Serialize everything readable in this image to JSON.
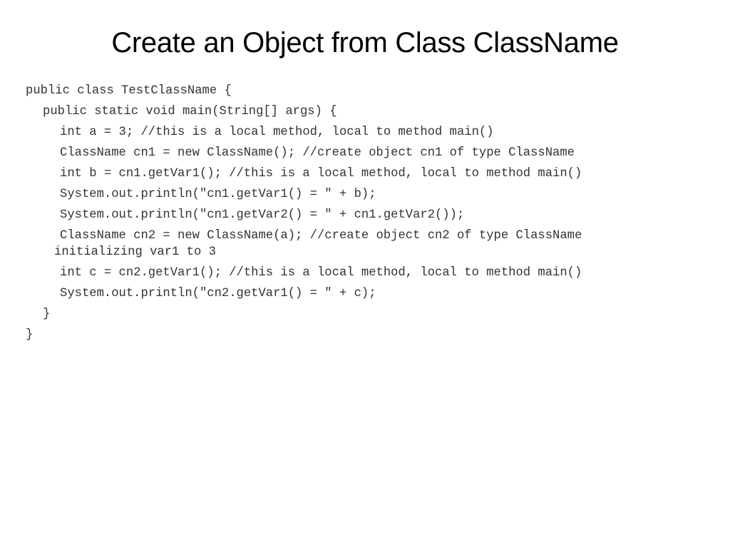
{
  "slide": {
    "title": "Create an Object from Class ClassName",
    "code": {
      "line1": "public class TestClassName {",
      "line2": "public static void main(String[] args) {",
      "line3": "int a = 3; //this is a local method, local to method main()",
      "line4": "ClassName cn1 = new ClassName(); //create object cn1 of type ClassName",
      "line5": "int b = cn1.getVar1(); //this is a local method, local to method main()",
      "line6": "System.out.println(\"cn1.getVar1() = \" + b);",
      "line7": "System.out.println(\"cn1.getVar2() = \" + cn1.getVar2());",
      "line8": "ClassName cn2 = new ClassName(a); //create object cn2 of type ClassName",
      "line8_wrap": "initializing var1 to 3",
      "line9": "int c = cn2.getVar1(); //this is a local method, local to method main()",
      "line10": "System.out.println(\"cn2.getVar1() = \" + c);",
      "line11": "}",
      "line12": "}"
    }
  }
}
